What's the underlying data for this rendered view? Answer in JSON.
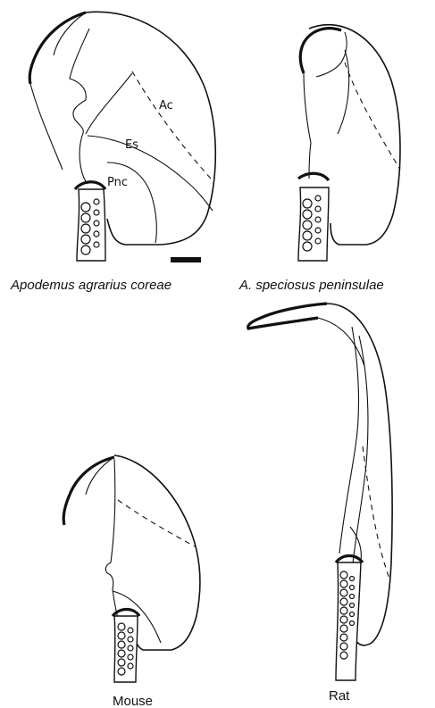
{
  "labels": {
    "ac": "Ac",
    "es": "Es",
    "pnc": "Pnc"
  },
  "captions": {
    "a_agrarius": "Apodemus agrarius coreae",
    "a_speciosus": "A. speciosus peninsulae",
    "mouse": "Mouse",
    "rat": "Rat"
  }
}
